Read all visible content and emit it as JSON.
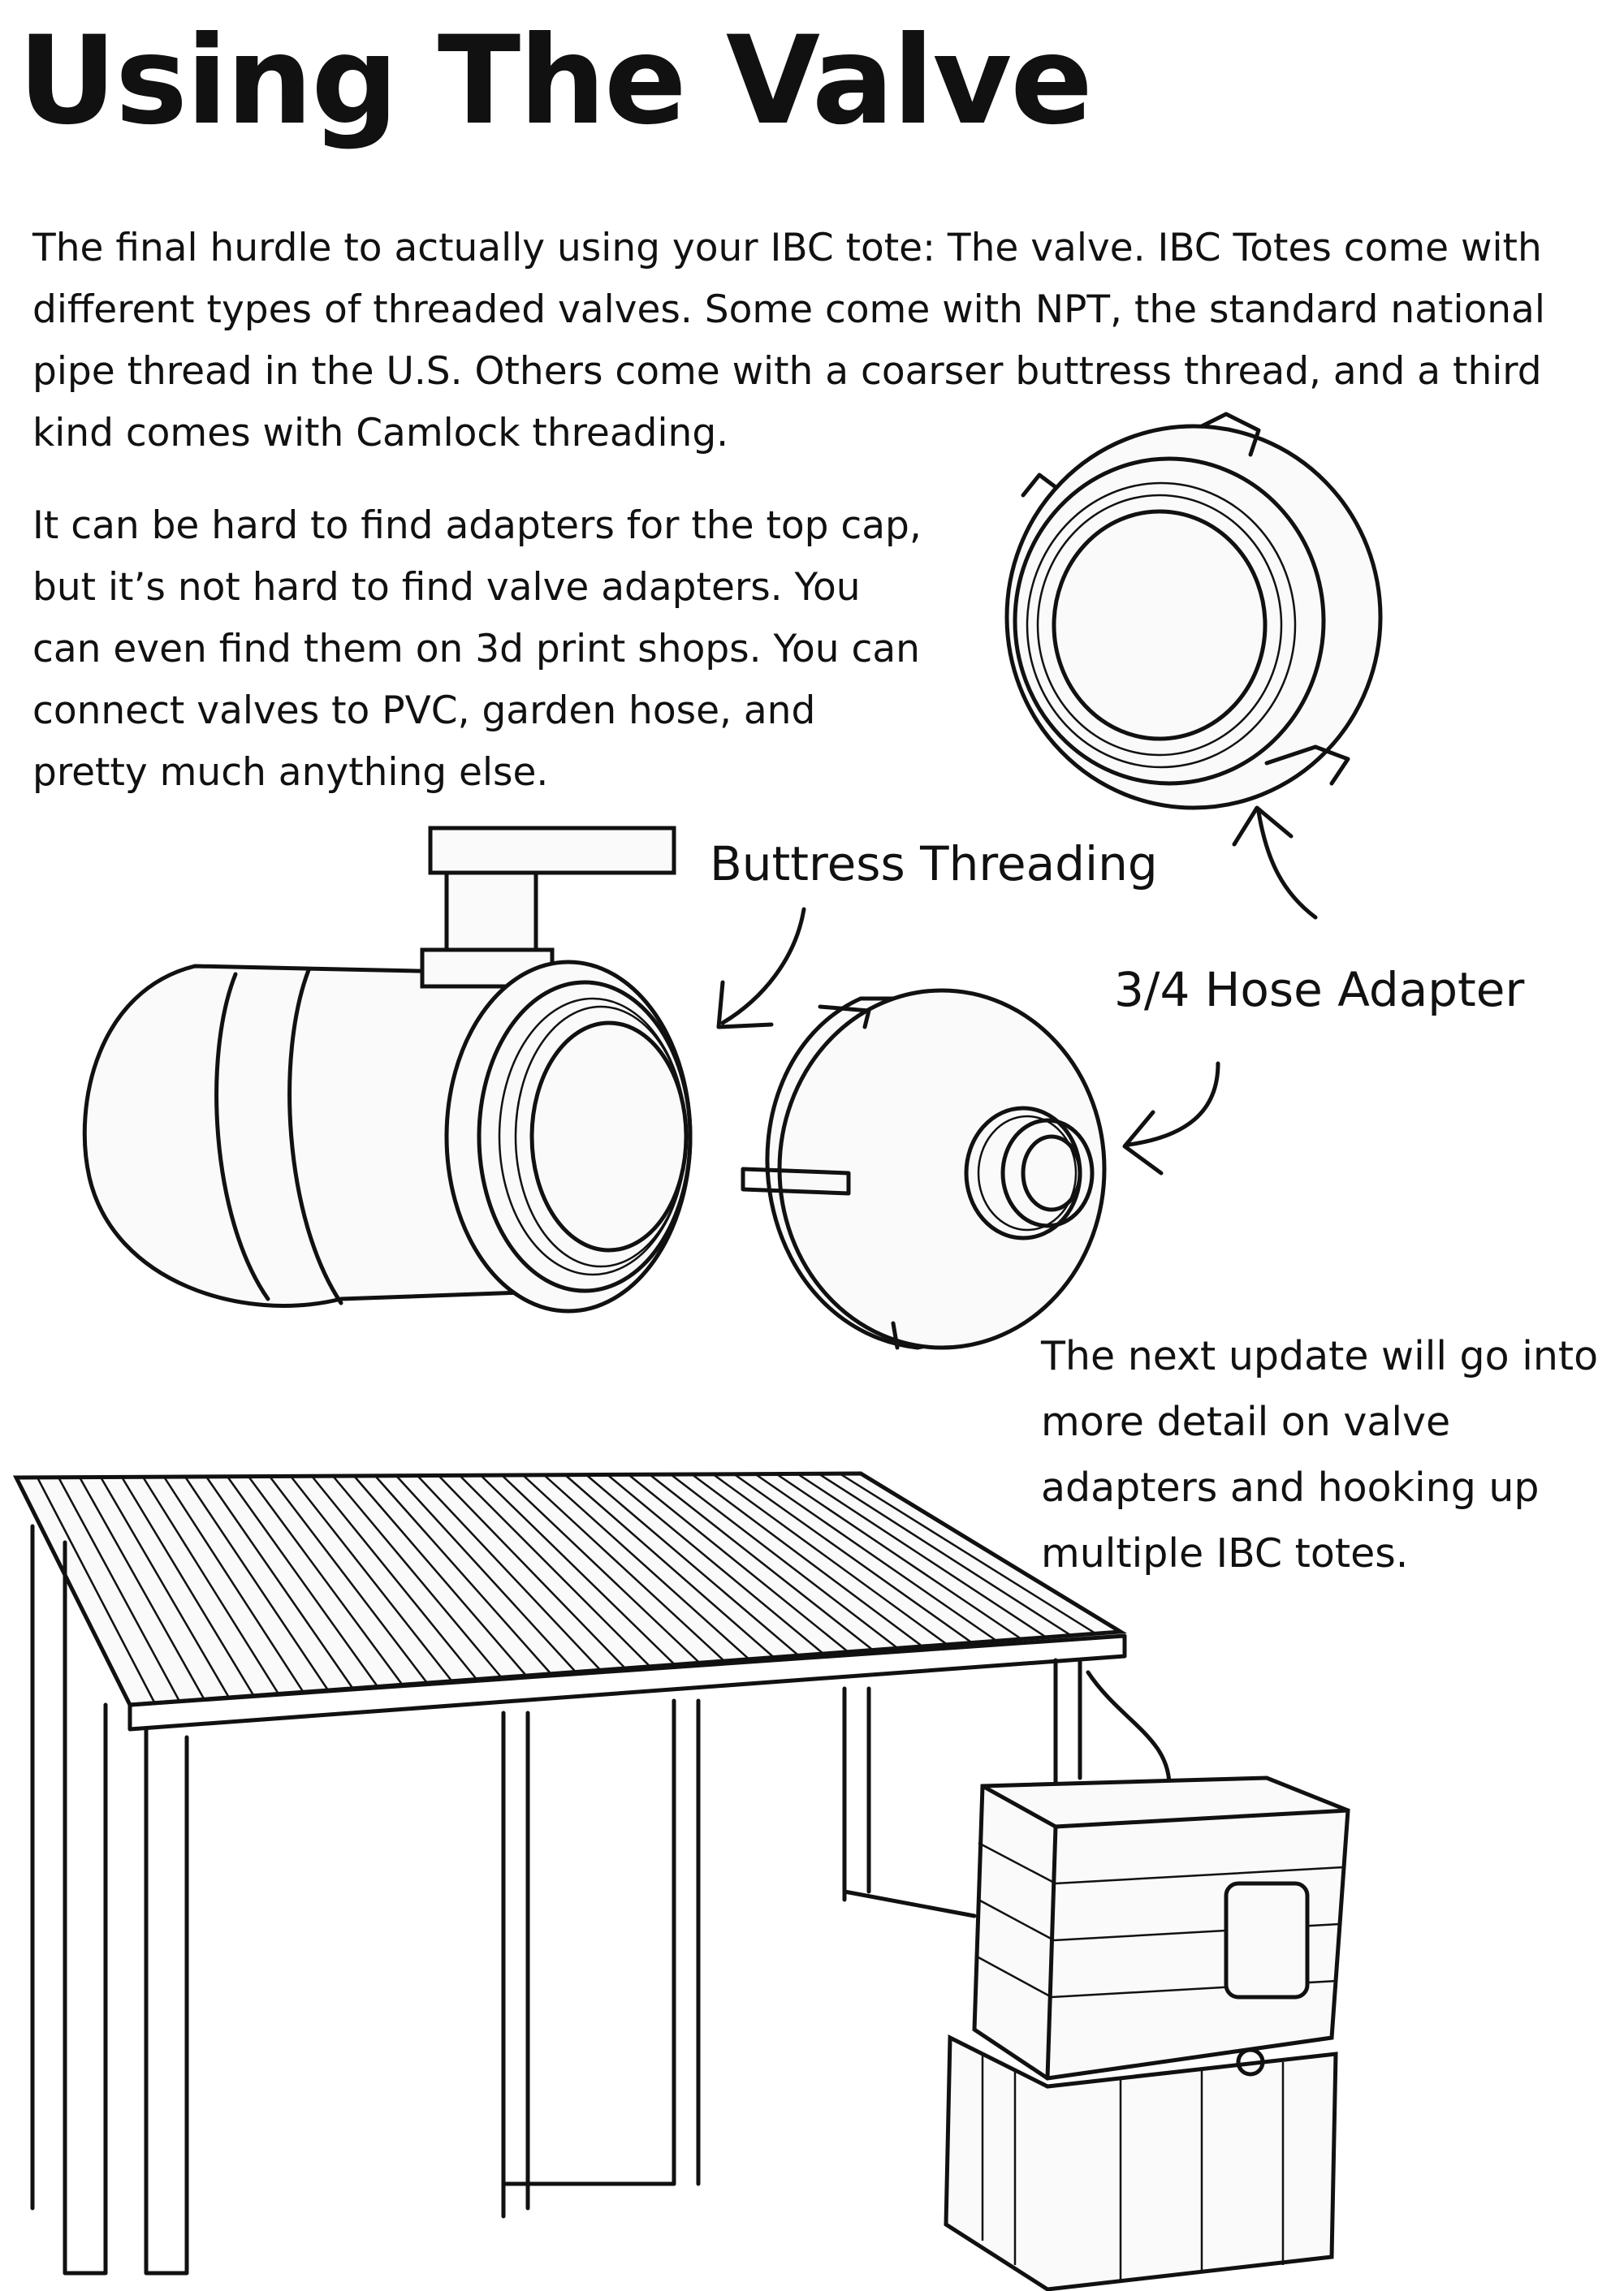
{
  "title": "Using The Valve",
  "paragraphs": [
    "The final hurdle to actually using your IBC tote: The valve. IBC Totes come with different types of threaded valves. Some come with NPT, the standard national pipe thread in the U.S. Others come with a coarser buttress thread, and a third kind comes with Camlock threading.",
    "It can be hard to find adapters for the top cap, but it’s not hard to find valve adapters. You can even find them on 3d print shops. You can connect valves to PVC, garden hose, and pretty much anything else.",
    "The next update will go into more detail on valve adapters and hooking up multiple IBC totes."
  ],
  "labels": {
    "buttress": "Buttress Threading",
    "hose": "3/4 Hose Adapter"
  }
}
